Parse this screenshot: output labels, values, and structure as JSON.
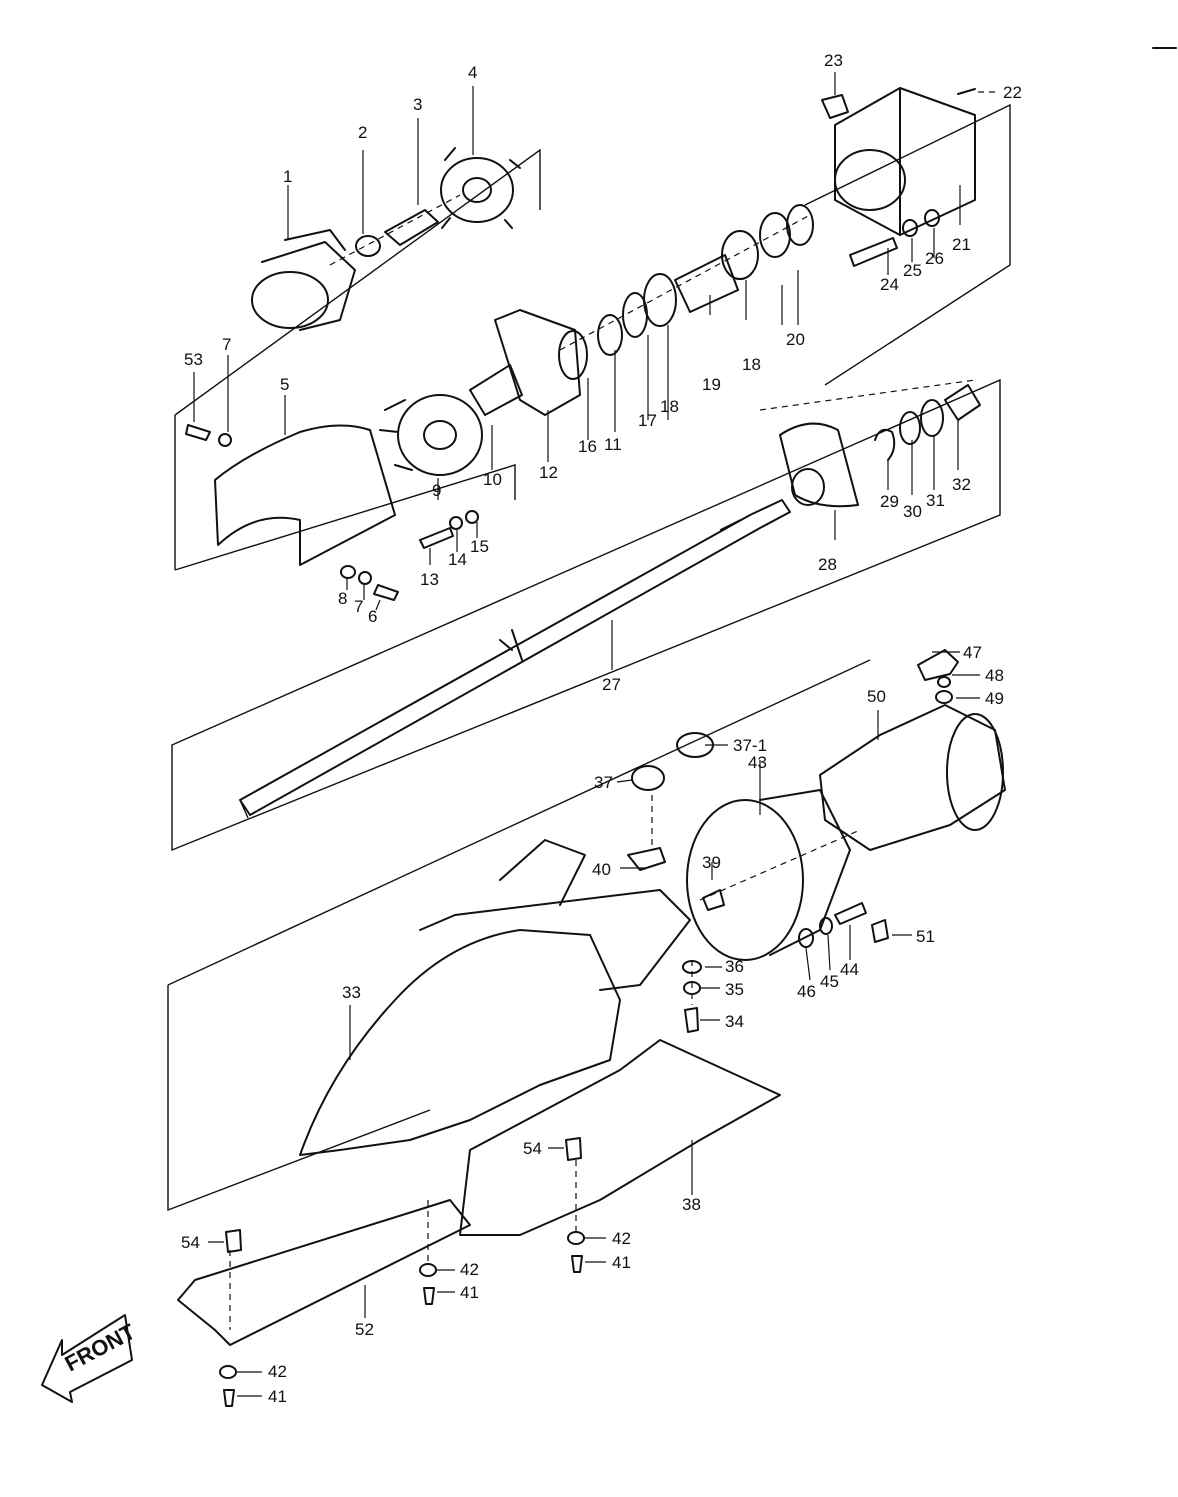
{
  "diagram": {
    "front_label": "FRONT",
    "callouts": [
      {
        "id": "c1",
        "text": "1"
      },
      {
        "id": "c2",
        "text": "2"
      },
      {
        "id": "c3",
        "text": "3"
      },
      {
        "id": "c4",
        "text": "4"
      },
      {
        "id": "c5",
        "text": "5"
      },
      {
        "id": "c6",
        "text": "6"
      },
      {
        "id": "c7a",
        "text": "7"
      },
      {
        "id": "c7b",
        "text": "7"
      },
      {
        "id": "c8",
        "text": "8"
      },
      {
        "id": "c9",
        "text": "9"
      },
      {
        "id": "c10",
        "text": "10"
      },
      {
        "id": "c11",
        "text": "11"
      },
      {
        "id": "c12",
        "text": "12"
      },
      {
        "id": "c13",
        "text": "13"
      },
      {
        "id": "c14",
        "text": "14"
      },
      {
        "id": "c15",
        "text": "15"
      },
      {
        "id": "c16",
        "text": "16"
      },
      {
        "id": "c17",
        "text": "17"
      },
      {
        "id": "c18a",
        "text": "18"
      },
      {
        "id": "c18b",
        "text": "18"
      },
      {
        "id": "c19",
        "text": "19"
      },
      {
        "id": "c20",
        "text": "20"
      },
      {
        "id": "c21",
        "text": "21"
      },
      {
        "id": "c22",
        "text": "22"
      },
      {
        "id": "c23",
        "text": "23"
      },
      {
        "id": "c24",
        "text": "24"
      },
      {
        "id": "c25",
        "text": "25"
      },
      {
        "id": "c26",
        "text": "26"
      },
      {
        "id": "c27",
        "text": "27"
      },
      {
        "id": "c28",
        "text": "28"
      },
      {
        "id": "c29",
        "text": "29"
      },
      {
        "id": "c30",
        "text": "30"
      },
      {
        "id": "c31",
        "text": "31"
      },
      {
        "id": "c32",
        "text": "32"
      },
      {
        "id": "c33",
        "text": "33"
      },
      {
        "id": "c34",
        "text": "34"
      },
      {
        "id": "c35",
        "text": "35"
      },
      {
        "id": "c36",
        "text": "36"
      },
      {
        "id": "c37",
        "text": "37"
      },
      {
        "id": "c37-1",
        "text": "37-1"
      },
      {
        "id": "c38",
        "text": "38"
      },
      {
        "id": "c39",
        "text": "39"
      },
      {
        "id": "c40",
        "text": "40"
      },
      {
        "id": "c41a",
        "text": "41"
      },
      {
        "id": "c41b",
        "text": "41"
      },
      {
        "id": "c41c",
        "text": "41"
      },
      {
        "id": "c42a",
        "text": "42"
      },
      {
        "id": "c42b",
        "text": "42"
      },
      {
        "id": "c42c",
        "text": "42"
      },
      {
        "id": "c43",
        "text": "43"
      },
      {
        "id": "c44",
        "text": "44"
      },
      {
        "id": "c45",
        "text": "45"
      },
      {
        "id": "c46",
        "text": "46"
      },
      {
        "id": "c47",
        "text": "47"
      },
      {
        "id": "c48",
        "text": "48"
      },
      {
        "id": "c49",
        "text": "49"
      },
      {
        "id": "c50",
        "text": "50"
      },
      {
        "id": "c51",
        "text": "51"
      },
      {
        "id": "c52",
        "text": "52"
      },
      {
        "id": "c53",
        "text": "53"
      },
      {
        "id": "c54a",
        "text": "54"
      },
      {
        "id": "c54b",
        "text": "54"
      }
    ]
  }
}
